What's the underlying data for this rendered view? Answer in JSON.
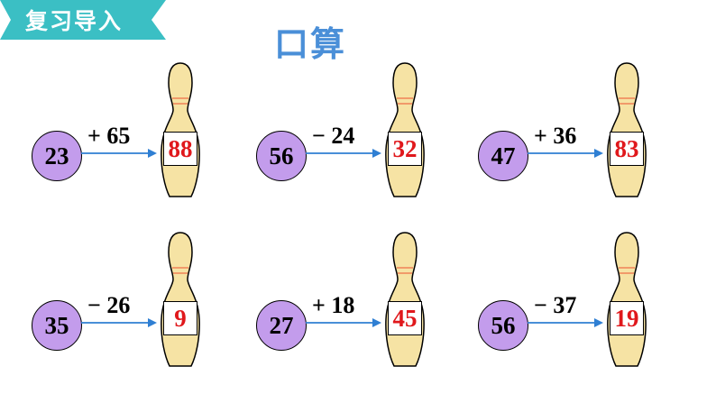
{
  "header": {
    "section_label": "复习导入",
    "title": "口算"
  },
  "colors": {
    "banner": "#3bbfc4",
    "title": "#4a8fd8",
    "circle": "#c39cec",
    "pin": "#f6e3a4",
    "pin_stripe": "#f19a6a",
    "arrow": "#2f7fd3",
    "answer": "#e0181c"
  },
  "problems": [
    {
      "start": "23",
      "op": "+ 65",
      "answer": "88"
    },
    {
      "start": "56",
      "op": "− 24",
      "answer": "32"
    },
    {
      "start": "47",
      "op": "+ 36",
      "answer": "83"
    },
    {
      "start": "35",
      "op": "− 26",
      "answer": "9"
    },
    {
      "start": "27",
      "op": "+ 18",
      "answer": "45"
    },
    {
      "start": "56",
      "op": "− 37",
      "answer": "19"
    }
  ]
}
